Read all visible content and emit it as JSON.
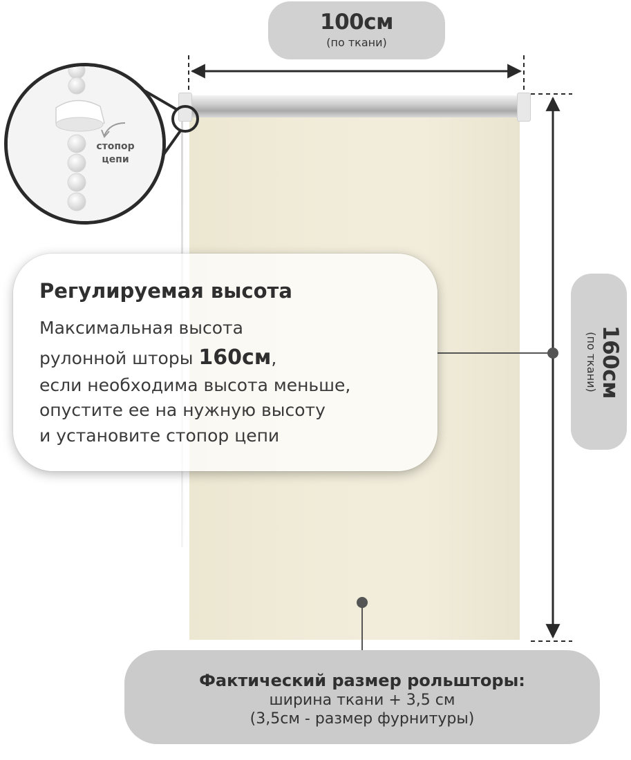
{
  "width_label": {
    "value": "100см",
    "note": "(по ткани)"
  },
  "height_label": {
    "value": "160см",
    "note": "(по ткани)"
  },
  "zoom": {
    "label_line1": "стопор",
    "label_line2": "цепи"
  },
  "info": {
    "title": "Регулируемая высота",
    "line1": "Максимальная высота",
    "line2_prefix": "рулонной шторы ",
    "line2_bold": "160см",
    "line2_suffix": ",",
    "line3": "если необходима высота меньше,",
    "line4": "опустите ее на нужную высоту",
    "line5": "и установите стопор цепи"
  },
  "actual_size": {
    "title": "Фактический размер рольшторы:",
    "line1": "ширина ткани + 3,5 см",
    "line2": "(3,5см - размер фурнитуры)"
  },
  "colors": {
    "fabric": "#f1ecd9",
    "pill": "#d1d1d1",
    "bottom_card": "#cbcbcb",
    "dimension_line": "#2a2a2a"
  }
}
